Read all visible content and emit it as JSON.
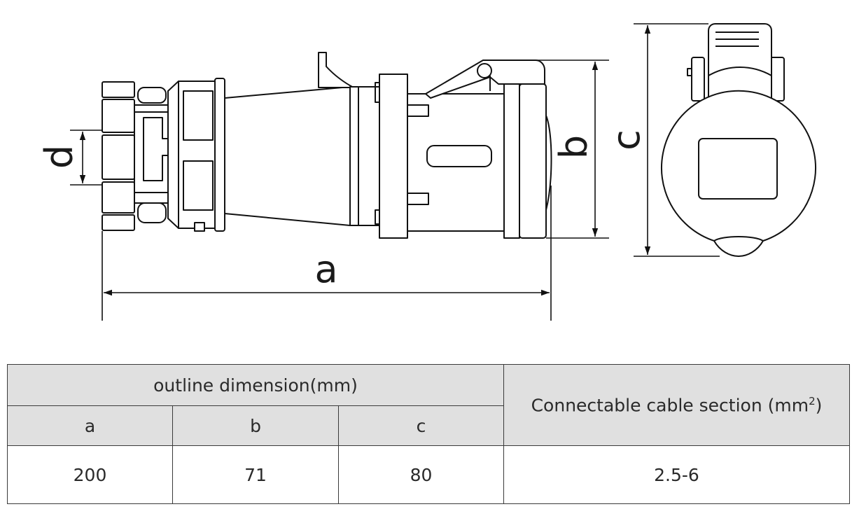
{
  "drawing": {
    "dimension_labels": {
      "a": "a",
      "b": "b",
      "c": "c",
      "d": "d"
    }
  },
  "table": {
    "group_header": "outline dimension(mm)",
    "cable_header": "Connectable cable section (mm",
    "cable_header_sup": "2",
    "cable_header_close": ")",
    "columns": [
      "a",
      "b",
      "c"
    ],
    "values": [
      "200",
      "71",
      "80"
    ],
    "cable_value": "2.5-6"
  }
}
